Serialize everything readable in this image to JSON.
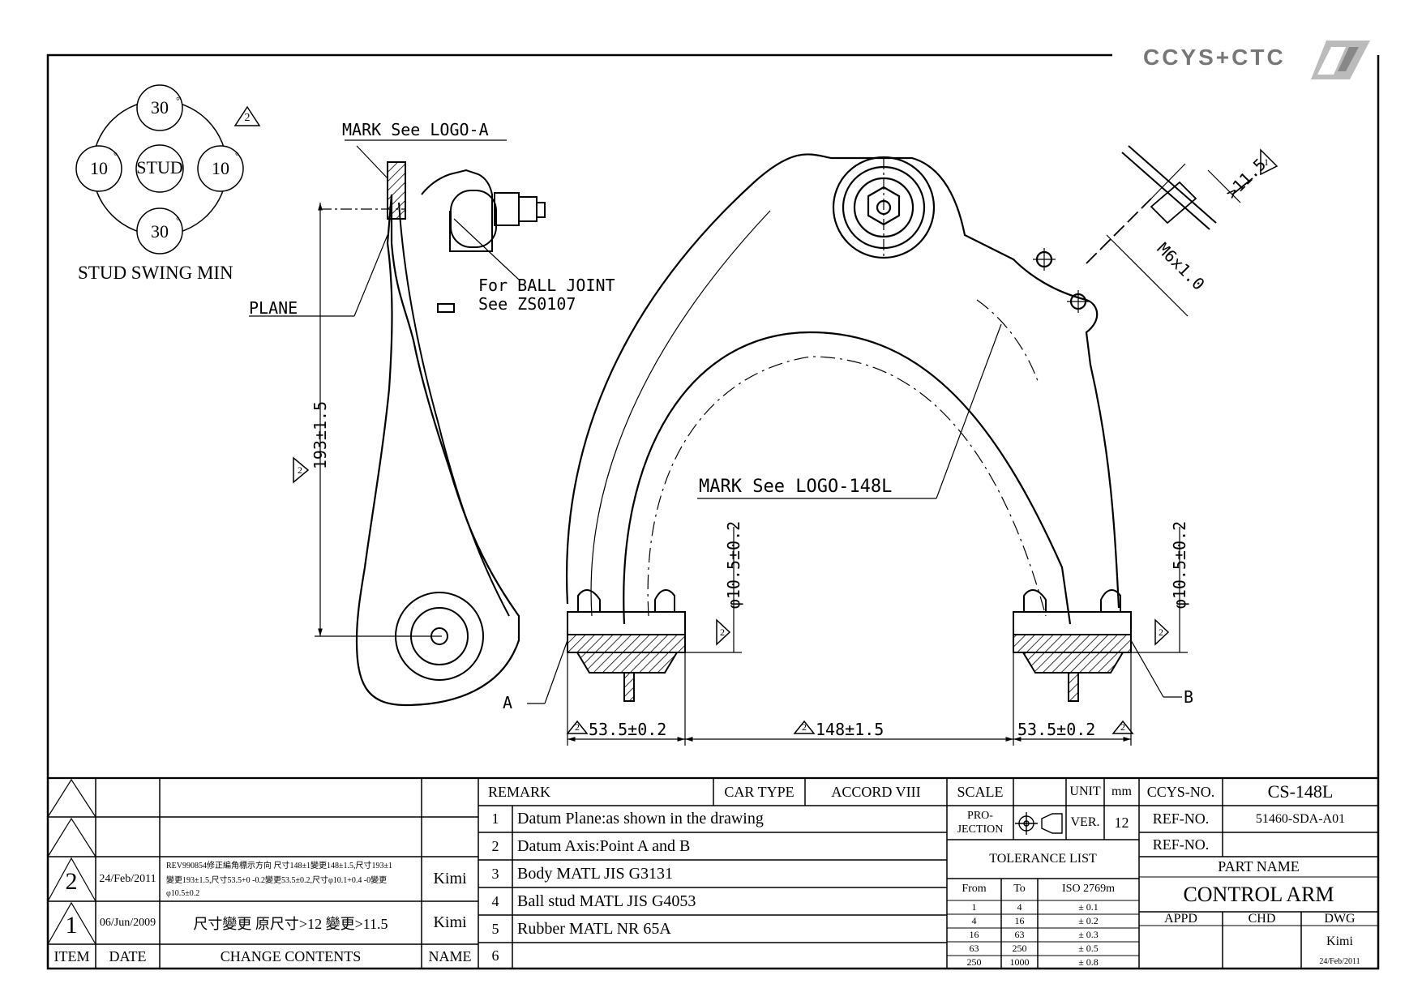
{
  "brand": {
    "logo_text": "CCYS+CTC"
  },
  "stud_swing": {
    "top": "30",
    "left": "10",
    "center": "STUD",
    "right": "10",
    "bottom": "30",
    "degree": "°",
    "caption": "STUD SWING MIN",
    "rev_marker": "2"
  },
  "labels": {
    "mark_logo_a": "MARK See LOGO-A",
    "ball_joint_1": "For BALL JOINT",
    "ball_joint_2": "See ZS0107",
    "plane": "PLANE",
    "mark_logo_148l": "MARK See LOGO-148L",
    "point_a": "A",
    "point_b": "B"
  },
  "dimensions": {
    "height": "193±1.5",
    "thread": "M6x1.0",
    "offset": ">11.5",
    "bore_left": "φ10.5±0.2",
    "bore_right": "φ10.5±0.2",
    "span_left": "53.5±0.2",
    "span_center": "148±1.5",
    "span_right": "53.5±0.2",
    "rev_2": "2",
    "rev_1": "1"
  },
  "revision_table": {
    "headers": {
      "item": "ITEM",
      "date": "DATE",
      "contents": "CHANGE CONTENTS",
      "name": "NAME"
    },
    "rows": [
      {
        "item": "",
        "date": "",
        "contents": "",
        "name": ""
      },
      {
        "item": "",
        "date": "",
        "contents": "",
        "name": ""
      },
      {
        "item": "2",
        "date": "24/Feb/2011",
        "contents_line1": "REV990854修正編角標示方向 尺寸148±1變更148±1.5,尺寸193±1",
        "contents_line2": "變更193±1.5,尺寸53.5+0 -0.2變更53.5±0.2,尺寸φ10.1+0.4 -0變更",
        "contents_line3": "φ10.5±0.2",
        "name": "Kimi"
      },
      {
        "item": "1",
        "date": "06/Jun/2009",
        "contents": "尺寸變更 原尺寸>12 變更>11.5",
        "name": "Kimi"
      }
    ]
  },
  "remark_table": {
    "remark_label": "REMARK",
    "car_type_label": "CAR TYPE",
    "car_type_value": "ACCORD VIII",
    "rows": [
      {
        "num": "1",
        "text": "Datum Plane:as shown in the drawing"
      },
      {
        "num": "2",
        "text": "Datum Axis:Point A and B"
      },
      {
        "num": "3",
        "text": "Body MATL JIS G3131"
      },
      {
        "num": "4",
        "text": "Ball stud MATL JIS G4053"
      },
      {
        "num": "5",
        "text": "Rubber MATL NR 65A"
      },
      {
        "num": "6",
        "text": ""
      }
    ]
  },
  "spec_block": {
    "scale_label": "SCALE",
    "scale_value": "",
    "unit_label": "UNIT",
    "unit_value": "mm",
    "projection_label_1": "PRO-",
    "projection_label_2": "JECTION",
    "ver_label": "VER.",
    "ver_value": "12",
    "tolerance_title": "TOLERANCE LIST",
    "tol_headers": {
      "from": "From",
      "to": "To",
      "iso": "ISO 2769m"
    },
    "tolerances": [
      {
        "from": "1",
        "to": "4",
        "tol": "± 0.1"
      },
      {
        "from": "4",
        "to": "16",
        "tol": "± 0.2"
      },
      {
        "from": "16",
        "to": "63",
        "tol": "± 0.3"
      },
      {
        "from": "63",
        "to": "250",
        "tol": "± 0.5"
      },
      {
        "from": "250",
        "to": "1000",
        "tol": "± 0.8"
      }
    ]
  },
  "title_block": {
    "ccys_no_label": "CCYS-NO.",
    "ccys_no_value": "CS-148L",
    "ref_no_label_1": "REF-NO.",
    "ref_no_value_1": "51460-SDA-A01",
    "ref_no_label_2": "REF-NO.",
    "ref_no_value_2": "",
    "part_name_label": "PART NAME",
    "part_name_value": "CONTROL ARM",
    "appd_label": "APPD",
    "chd_label": "CHD",
    "dwg_label": "DWG",
    "dwg_name": "Kimi",
    "dwg_date": "24/Feb/2011"
  }
}
